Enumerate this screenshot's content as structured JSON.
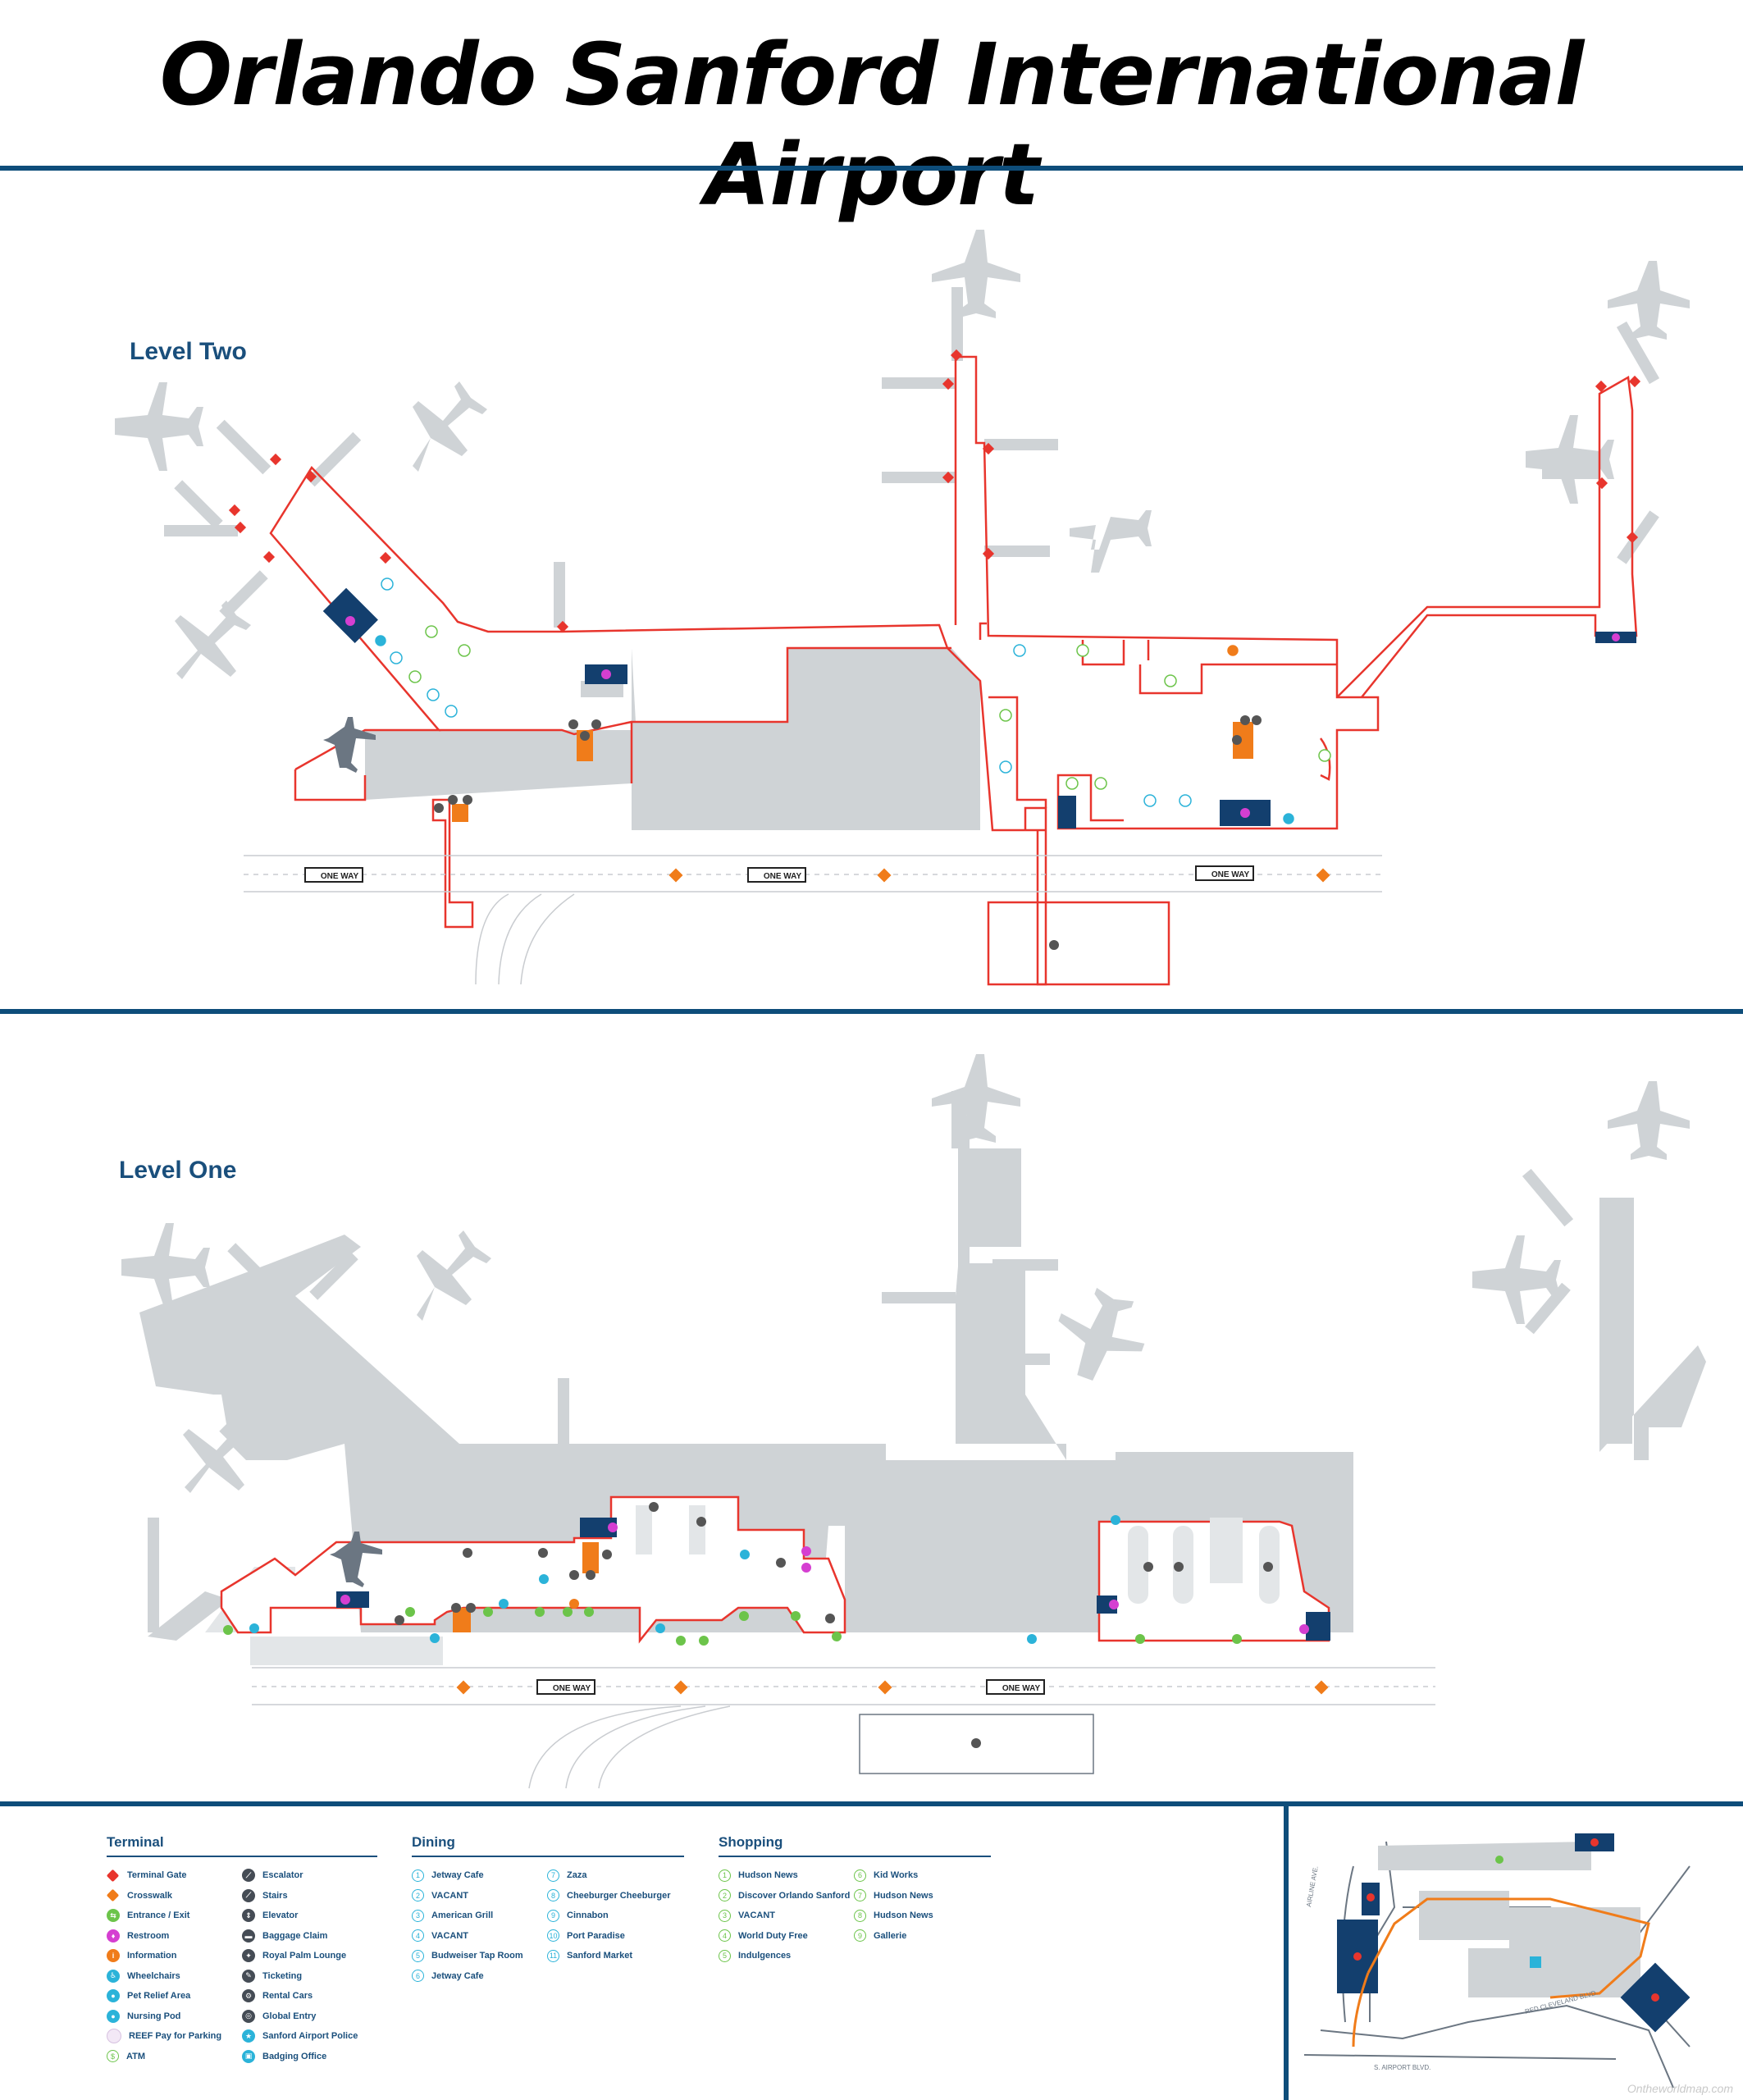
{
  "title": "Orlando Sanford International Airport",
  "colors": {
    "divider": "#0e4d7a",
    "route": "#e8352d",
    "terminal_fill": "#cfd3d6",
    "restroom": "#133f6e",
    "escalator": "#f07c1a",
    "entrance": "#6cc44a",
    "heading": "#1a4f7c"
  },
  "levels": {
    "level_two": {
      "label": "Level Two",
      "road_sign": "ONE WAY"
    },
    "level_one": {
      "label": "Level One",
      "road_sign": "ONE WAY"
    }
  },
  "legend": {
    "terminal": {
      "heading": "Terminal",
      "col_a": [
        {
          "label": "Terminal Gate",
          "icon": "gate-icon"
        },
        {
          "label": "Crosswalk",
          "icon": "crosswalk-icon"
        },
        {
          "label": "Entrance / Exit",
          "icon": "entrance-icon"
        },
        {
          "label": "Restroom",
          "icon": "restroom-icon"
        },
        {
          "label": "Information",
          "icon": "information-icon"
        },
        {
          "label": "Wheelchairs",
          "icon": "wheelchair-icon"
        },
        {
          "label": "Pet Relief Area",
          "icon": "pet-relief-icon"
        },
        {
          "label": "Nursing Pod",
          "icon": "nursing-pod-icon"
        },
        {
          "label": "REEF Pay for Parking",
          "icon": "parking-pay-icon"
        },
        {
          "label": "ATM",
          "icon": "atm-icon"
        }
      ],
      "col_b": [
        {
          "label": "Escalator",
          "icon": "escalator-icon"
        },
        {
          "label": "Stairs",
          "icon": "stairs-icon"
        },
        {
          "label": "Elevator",
          "icon": "elevator-icon"
        },
        {
          "label": "Baggage Claim",
          "icon": "baggage-claim-icon"
        },
        {
          "label": "Royal Palm Lounge",
          "icon": "lounge-icon"
        },
        {
          "label": "Ticketing",
          "icon": "ticketing-icon"
        },
        {
          "label": "Rental Cars",
          "icon": "rental-cars-icon"
        },
        {
          "label": "Global Entry",
          "icon": "global-entry-icon"
        },
        {
          "label": "Sanford Airport Police",
          "icon": "police-icon"
        },
        {
          "label": "Badging Office",
          "icon": "badging-office-icon"
        }
      ]
    },
    "dining": {
      "heading": "Dining",
      "col_a": [
        {
          "num": "1",
          "label": "Jetway Cafe"
        },
        {
          "num": "2",
          "label": "VACANT"
        },
        {
          "num": "3",
          "label": "American Grill"
        },
        {
          "num": "4",
          "label": "VACANT"
        },
        {
          "num": "5",
          "label": "Budweiser Tap Room"
        },
        {
          "num": "6",
          "label": "Jetway Cafe"
        }
      ],
      "col_b": [
        {
          "num": "7",
          "label": "Zaza"
        },
        {
          "num": "8",
          "label": "Cheeburger Cheeburger"
        },
        {
          "num": "9",
          "label": "Cinnabon"
        },
        {
          "num": "10",
          "label": "Port Paradise"
        },
        {
          "num": "11",
          "label": "Sanford Market"
        }
      ]
    },
    "shopping": {
      "heading": "Shopping",
      "col_a": [
        {
          "num": "1",
          "label": "Hudson News"
        },
        {
          "num": "2",
          "label": "Discover Orlando Sanford"
        },
        {
          "num": "3",
          "label": "VACANT"
        },
        {
          "num": "4",
          "label": "World Duty Free"
        },
        {
          "num": "5",
          "label": "Indulgences"
        }
      ],
      "col_b": [
        {
          "num": "6",
          "label": "Kid Works"
        },
        {
          "num": "7",
          "label": "Hudson News"
        },
        {
          "num": "8",
          "label": "Hudson News"
        },
        {
          "num": "9",
          "label": "Gallerie"
        }
      ]
    }
  },
  "site_map": {
    "roads": [
      "AIRLINE AVE.",
      "RED CLEVELAND BLVD.",
      "S. AIRPORT BLVD."
    ]
  },
  "watermark": "Ontheworldmap.com"
}
